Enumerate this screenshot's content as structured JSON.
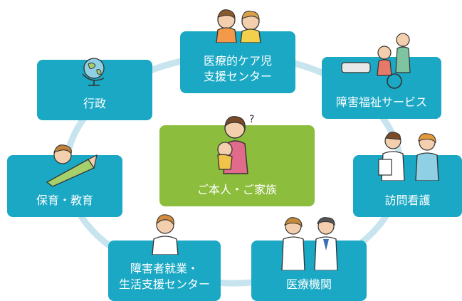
{
  "center": {
    "label": "ご本人・ご家族"
  },
  "nodes": {
    "medical_child": {
      "line1": "医療的ケア児",
      "line2": "支援センター"
    },
    "disability_welfare": {
      "label": "障害福祉サービス"
    },
    "home_nursing": {
      "label": "訪問看護"
    },
    "medical_institution": {
      "label": "医療機関"
    },
    "employment_support": {
      "line1": "障害者就業・",
      "line2": "生活支援センター"
    },
    "childcare_education": {
      "label": "保育・教育"
    },
    "administration": {
      "label": "行政"
    }
  },
  "colors": {
    "teal": "#1aa8c5",
    "green": "#8dbd3d",
    "ring": "#c7e4ef"
  },
  "icons": [
    "children-icon",
    "family-wheelchair-icon",
    "nurses-icon",
    "doctors-icon",
    "worker-icon",
    "child-pencil-icon",
    "globe-icon",
    "mother-child-icon"
  ]
}
